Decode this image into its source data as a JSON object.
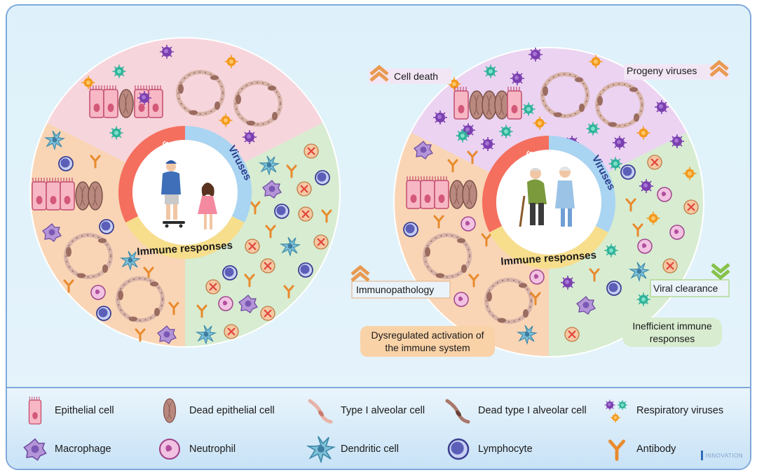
{
  "left_circle": {
    "ring": {
      "host": "Host tissues",
      "viruses": "Viruses",
      "immune": "Immune responses"
    }
  },
  "right_circle": {
    "ring": {
      "host": "Host tissues",
      "viruses": "Viruses",
      "immune": "Immune responses"
    },
    "callouts": {
      "cell_death": "Cell death",
      "progeny_viruses": "Progeny viruses",
      "immunopathology": "Immunopathology",
      "viral_clearance": "Viral clearance",
      "dysregulated_line1": "Dysregulated activation of",
      "dysregulated_line2": "the immune system",
      "inefficient_line1": "Inefficient immune",
      "inefficient_line2": "responses"
    }
  },
  "legend": {
    "epithelial": "Epithelial cell",
    "dead_epithelial": "Dead epithelial cell",
    "type1": "Type I alveolar cell",
    "dead_type1": "Dead type I alveolar cell",
    "viruses": "Respiratory viruses",
    "macrophage": "Macrophage",
    "neutrophil": "Neutrophil",
    "dendritic": "Dendritic cell",
    "lymphocyte": "Lymphocyte",
    "antibody": "Antibody"
  },
  "watermark": "INNOVATION",
  "colors": {
    "host_sector": "#f7d5dc",
    "immune_sector": "#f9d5b6",
    "virus_sector": "#d7ecd1",
    "host_ring": "#f56f5e",
    "virus_ring": "#a9d4f2",
    "immune_ring": "#f7de8c",
    "increase_arrow": "#e89a52",
    "decrease_arrow": "#86c24a"
  }
}
